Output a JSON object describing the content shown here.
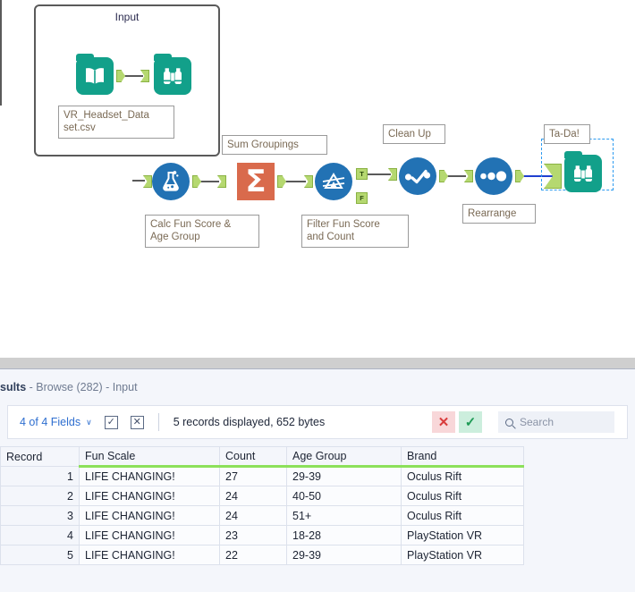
{
  "canvas": {
    "container": {
      "title": "Input"
    },
    "tools": [
      {
        "id": "input-data",
        "icon": "book-icon",
        "label": "VR_Headset_Data\nset.csv",
        "type": "input"
      },
      {
        "id": "browse-input",
        "icon": "binoculars-icon",
        "label": "",
        "type": "browse"
      },
      {
        "id": "formula",
        "icon": "flask-icon",
        "label": "Calc Fun Score &\nAge Group",
        "type": "formula"
      },
      {
        "id": "summarize",
        "icon": "sigma-icon",
        "label": "Sum Groupings",
        "type": "summarize"
      },
      {
        "id": "filter",
        "icon": "filter-funnel-icon",
        "label": "Filter Fun Score\nand Count",
        "type": "filter"
      },
      {
        "id": "data-cleansing",
        "icon": "check-dots-icon",
        "label": "Clean Up",
        "type": "cleanse"
      },
      {
        "id": "select",
        "icon": "three-dots-icon",
        "label": "Rearrange",
        "type": "select"
      },
      {
        "id": "browse-final",
        "icon": "binoculars-icon",
        "label": "Ta-Da!",
        "type": "browse"
      }
    ],
    "filter_anchors": {
      "true": "T",
      "false": "F"
    }
  },
  "results": {
    "title_bold": "sults",
    "title_rest": " - Browse (282) - Input",
    "toolbar": {
      "fields_label": "4 of 4 Fields",
      "chevron": "∨",
      "select_all_icon": "checkbox-check-icon",
      "deselect_all_icon": "boxed-x-icon",
      "record_info": "5 records displayed, 652 bytes",
      "cancel_label": "✕",
      "confirm_label": "✓",
      "search_placeholder": "Search"
    },
    "table": {
      "columns": [
        "Record",
        "Fun Scale",
        "Count",
        "Age Group",
        "Brand"
      ],
      "rows": [
        [
          "1",
          "LIFE CHANGING!",
          "27",
          "29-39",
          "Oculus Rift"
        ],
        [
          "2",
          "LIFE CHANGING!",
          "24",
          "40-50",
          "Oculus Rift"
        ],
        [
          "3",
          "LIFE CHANGING!",
          "24",
          "51+",
          "Oculus Rift"
        ],
        [
          "4",
          "LIFE CHANGING!",
          "23",
          "18-28",
          "PlayStation VR"
        ],
        [
          "5",
          "LIFE CHANGING!",
          "22",
          "29-39",
          "PlayStation VR"
        ]
      ]
    }
  },
  "colors": {
    "teal": "#12a08a",
    "blue": "#2272b4",
    "orange": "#d96a4c",
    "anchor_green": "#b5d870",
    "header_underline": "#8ce05a",
    "selection": "#2d9bf0"
  }
}
